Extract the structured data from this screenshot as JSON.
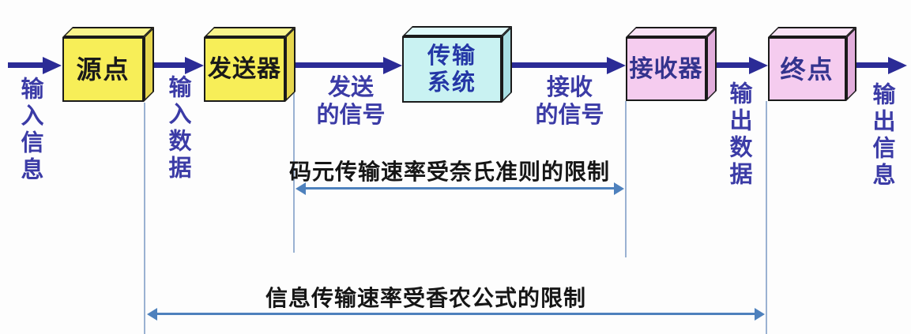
{
  "boxes": [
    {
      "id": "source",
      "label": "源点"
    },
    {
      "id": "transmitter",
      "label": "发送器"
    },
    {
      "id": "transmission-system",
      "label": "传输系统",
      "lines": [
        "传输",
        "系统"
      ]
    },
    {
      "id": "receiver",
      "label": "接收器"
    },
    {
      "id": "destination",
      "label": "终点"
    }
  ],
  "flow_labels": [
    {
      "id": "input-info",
      "text": "输入信息",
      "orientation": "vertical"
    },
    {
      "id": "input-data",
      "text": "输入数据",
      "orientation": "vertical"
    },
    {
      "id": "sent-signal",
      "lines": [
        "发送",
        "的信号"
      ],
      "orientation": "horizontal"
    },
    {
      "id": "received-signal",
      "lines": [
        "接收",
        "的信号"
      ],
      "orientation": "horizontal"
    },
    {
      "id": "output-data",
      "text": "输出数据",
      "orientation": "vertical"
    },
    {
      "id": "output-info",
      "text": "输出信息",
      "orientation": "vertical"
    }
  ],
  "annotations": [
    {
      "id": "nyquist-limit",
      "text": "码元传输速率受奈氏准则的限制",
      "span": "transmitter-to-receiver"
    },
    {
      "id": "shannon-limit",
      "text": "信息传输速率受香农公式的限制",
      "span": "source-to-destination"
    }
  ],
  "colors": {
    "bg": "#FDFDFD",
    "arrow-navy": "#2B2B96",
    "label-blue": "#3B3BA6",
    "caption-black": "#161616",
    "dim-blue": "#4E81BD",
    "endline-blue": "#9AB2D2",
    "box-border": "#1A1A1A",
    "yellow-front": "#F7EE58",
    "yellow-top": "#FAF48C",
    "yellow-side": "#E6D64E",
    "cyan-front": "#C9F2F2",
    "cyan-top": "#DFFAFA",
    "cyan-side": "#A9DFE3",
    "pink-front": "#F5CCEF",
    "pink-top": "#FAE3F7",
    "pink-side": "#E2AEDC",
    "box-text-dark": "#1A1A1A",
    "box-text-navy": "#2437A6",
    "box-text-indigo": "#34348E"
  }
}
